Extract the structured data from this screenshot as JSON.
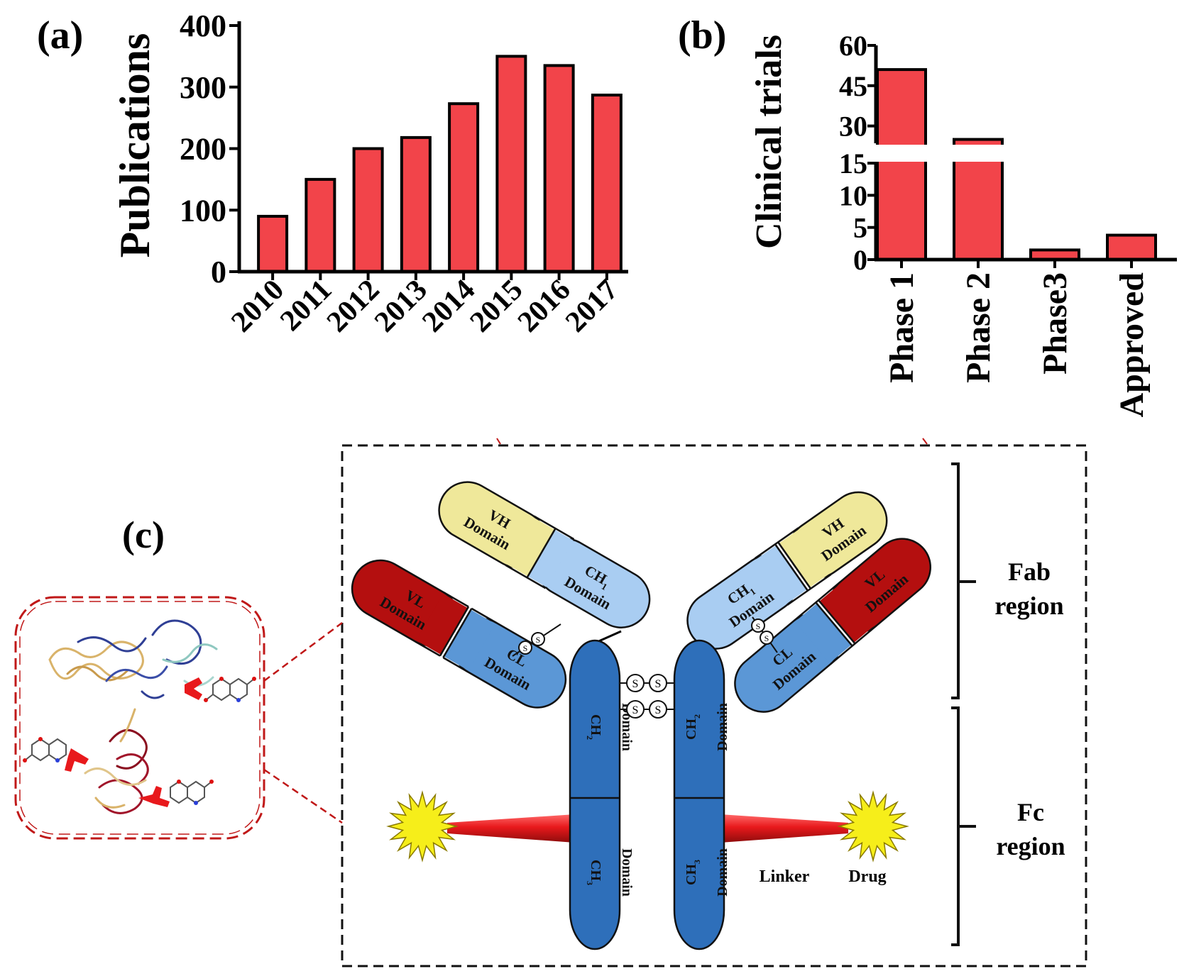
{
  "panels": {
    "a_label": "(a)",
    "b_label": "(b)",
    "c_label": "(c)"
  },
  "colors": {
    "bar_fill": "#f2444a",
    "bar_stroke": "#000000",
    "vh": "#efe89a",
    "vl": "#b40f0f",
    "ch1": "#a9cdf2",
    "cl": "#5b97d6",
    "fc": "#2e6fba",
    "drug": "#f6ee1a",
    "linker": "#e8191c",
    "dash_red": "#c01818"
  },
  "chart_data": [
    {
      "type": "bar",
      "categories": [
        "2010",
        "2011",
        "2012",
        "2013",
        "2014",
        "2015",
        "2016",
        "2017"
      ],
      "values": [
        90,
        150,
        200,
        218,
        273,
        350,
        335,
        287
      ],
      "ylabel": "Publications",
      "xlabel": "",
      "ylim": [
        0,
        400
      ],
      "yticks": [
        "0",
        "100",
        "200",
        "300",
        "400"
      ],
      "grid": false
    },
    {
      "type": "bar",
      "categories": [
        "Phase 1",
        "Phase 2",
        "Phase3",
        "Approved"
      ],
      "values": [
        51,
        25,
        1.5,
        3.8
      ],
      "ylabel": "Clinical trials",
      "xlabel": "",
      "ylim": [
        0,
        60
      ],
      "axis_break": [
        15,
        22.5
      ],
      "yticks_lower": [
        "0",
        "5",
        "10",
        "15"
      ],
      "yticks_upper": [
        "30",
        "45",
        "60"
      ],
      "grid": false
    }
  ],
  "diagram": {
    "vh": [
      "VH",
      "Domain"
    ],
    "vl": [
      "VL",
      "Domain"
    ],
    "ch1": [
      "CH",
      "1",
      "Domain"
    ],
    "cl": [
      "CL",
      "Domain"
    ],
    "ch2": [
      "CH",
      "2",
      "Domain"
    ],
    "ch3": [
      "CH",
      "3",
      "Domain"
    ],
    "ss": "S",
    "linker": "Linker",
    "drug": "Drug",
    "fab": [
      "Fab",
      "region"
    ],
    "fc": [
      "Fc",
      "region"
    ]
  }
}
